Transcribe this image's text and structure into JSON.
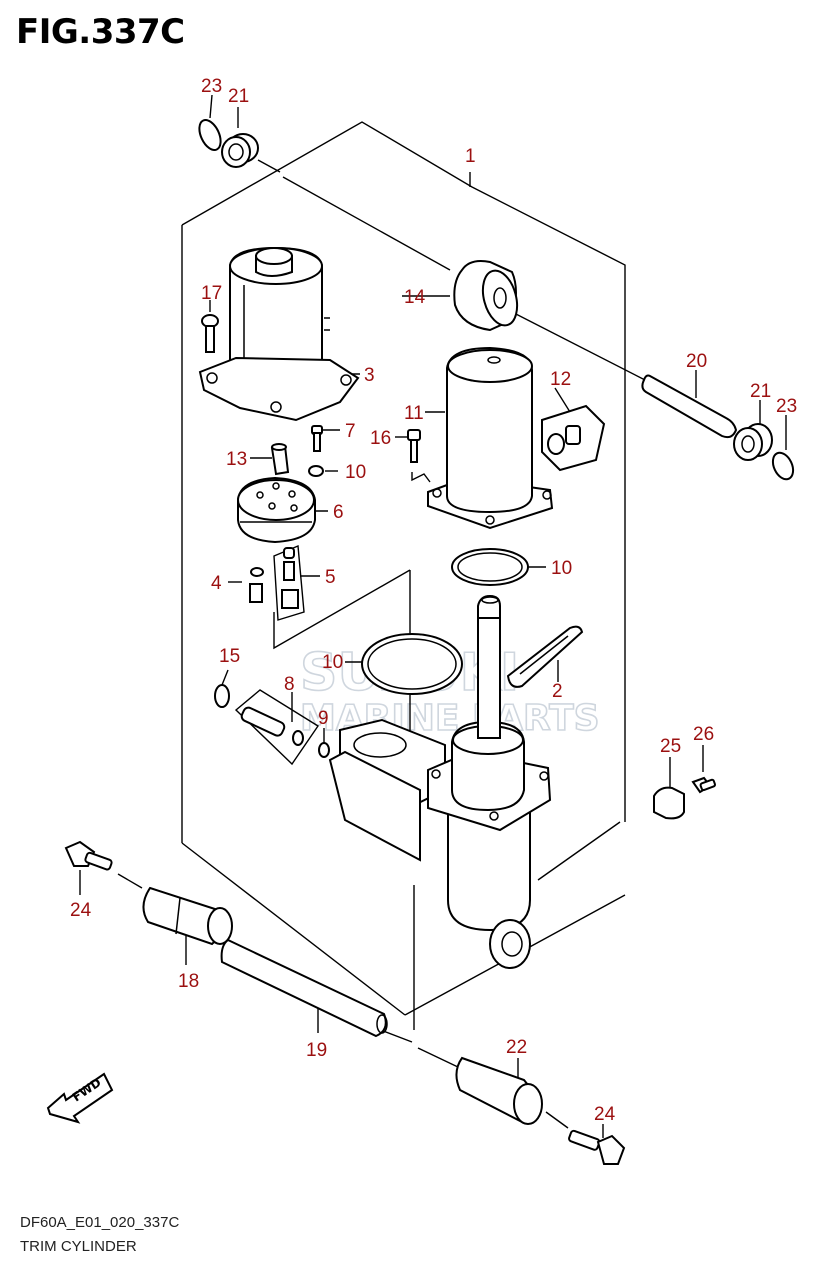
{
  "figure": {
    "title": "FIG.337C",
    "code": "DF60A_E01_020_337C",
    "name": "TRIM CYLINDER"
  },
  "watermark": {
    "line1": "SUZUKI",
    "line2": "MARINE PARTS",
    "color": "#cfd6de"
  },
  "callout_color": "#9b1010",
  "callouts": {
    "c1": "1",
    "c2": "2",
    "c3": "3",
    "c4": "4",
    "c5": "5",
    "c6": "6",
    "c7": "7",
    "c8": "8",
    "c9": "9",
    "c10a": "10",
    "c10b": "10",
    "c10c": "10",
    "c11": "11",
    "c12": "12",
    "c13": "13",
    "c14": "14",
    "c15": "15",
    "c16": "16",
    "c17": "17",
    "c18": "18",
    "c19": "19",
    "c20": "20",
    "c21a": "21",
    "c21b": "21",
    "c22": "22",
    "c23a": "23",
    "c23b": "23",
    "c24a": "24",
    "c24b": "24",
    "c25": "25",
    "c26": "26"
  },
  "fwd_label": "FWD"
}
